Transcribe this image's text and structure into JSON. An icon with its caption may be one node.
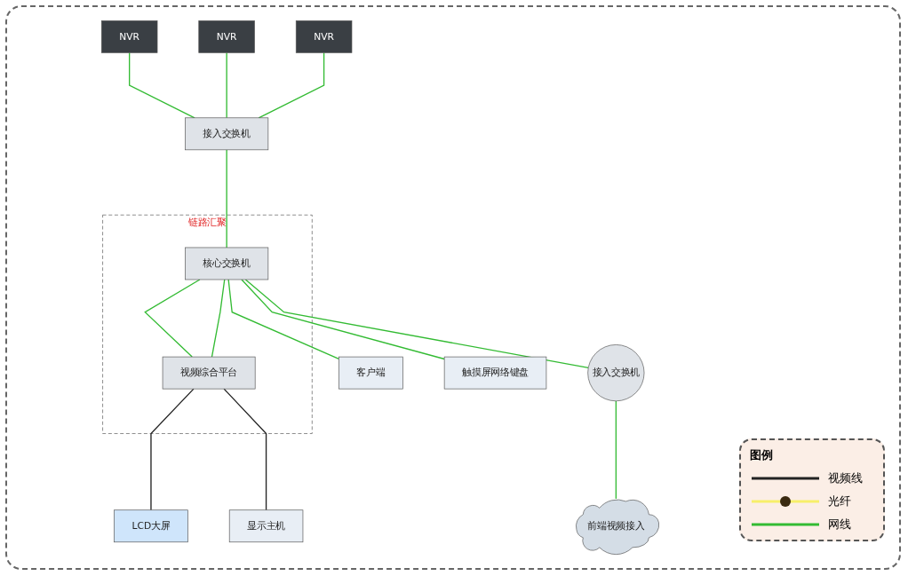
{
  "diagram": {
    "nodes": [
      {
        "text": [
          "链路汇聚"
        ]
      },
      {
        "text": [
          "NVR"
        ]
      },
      {
        "text": [
          "NVR"
        ]
      },
      {
        "text": [
          "NVR"
        ]
      },
      {
        "text": [
          "接入交换机"
        ]
      },
      {
        "text": [
          "核心交换机"
        ],
        "in": 0
      },
      {
        "text": [
          "视频综合平台"
        ],
        "in": 0
      },
      {
        "text": [
          "LCD大屏"
        ]
      },
      {
        "text": [
          "客户端"
        ]
      },
      {
        "text": [
          "触摸屏网络键盘"
        ]
      },
      {
        "text": [
          "接入交换机"
        ]
      },
      {
        "text": [
          "显示主机"
        ]
      },
      {
        "text": [
          "前端视频接入"
        ]
      }
    ],
    "edges": [
      {
        "from": 1,
        "to": 4,
        "arrow": "none"
      },
      {
        "from": 2,
        "to": 4,
        "arrow": "none"
      },
      {
        "from": 3,
        "to": 4,
        "arrow": "none"
      },
      {
        "from": 4,
        "to": 5,
        "arrow": "none"
      },
      {
        "from": 5,
        "to": 6,
        "arrow": "none"
      },
      {
        "from": 5,
        "to": 6,
        "arrow": "none"
      },
      {
        "from": 6,
        "to": 7,
        "arrow": "none",
        "color": "#222222"
      },
      {
        "from": 6,
        "to": 11,
        "arrow": "none",
        "color": "#222222"
      },
      {
        "from": 5,
        "to": 8,
        "arrow": "none"
      },
      {
        "from": 5,
        "to": 9,
        "arrow": "none"
      },
      {
        "from": 5,
        "to": 10,
        "arrow": "none"
      },
      {
        "from": 10,
        "to": 12,
        "arrow": "none"
      }
    ],
    "labels": [
      "图例"
    ],
    "legend": [
      {
        "text": "视频线"
      },
      {
        "text": "光纤"
      },
      {
        "text": "网线"
      }
    ]
  }
}
